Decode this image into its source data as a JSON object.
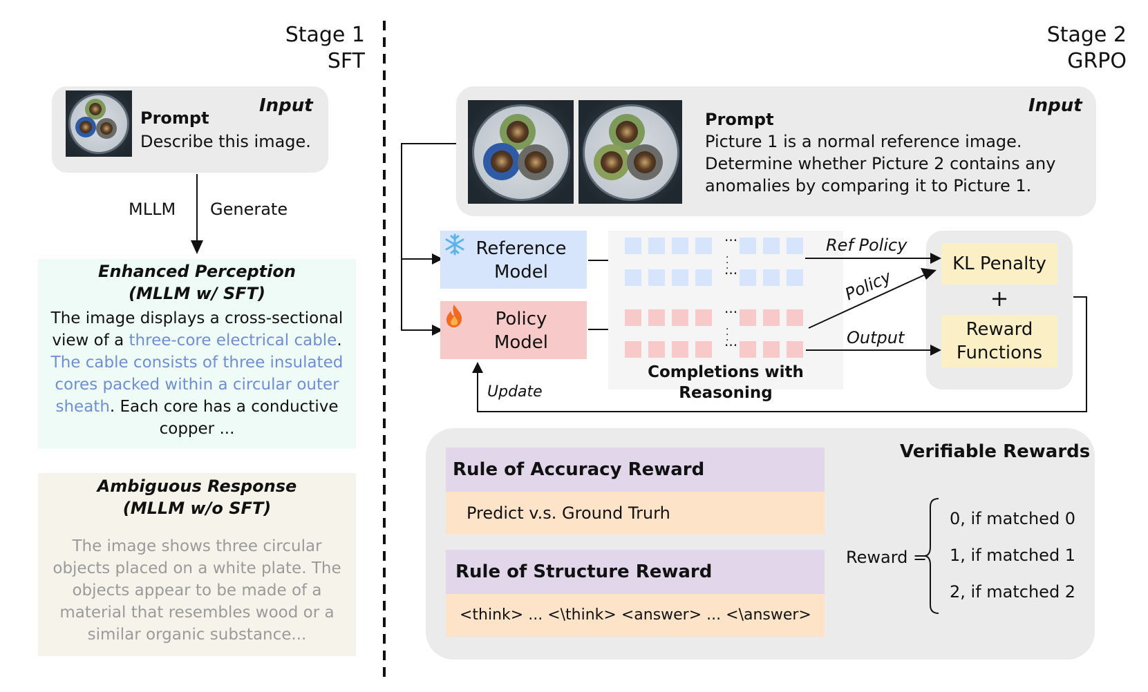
{
  "stage1": {
    "line1": "Stage 1",
    "line2": "SFT"
  },
  "stage2": {
    "line1": "Stage 2",
    "line2": "GRPO"
  },
  "left_input": {
    "tag": "Input",
    "prompt_label": "Prompt",
    "prompt_text": "Describe this image."
  },
  "arrow_labels": {
    "left": "MLLM",
    "right": "Generate"
  },
  "enhanced": {
    "title1": "Enhanced Perception",
    "title2": "(MLLM w/ SFT)",
    "seg1": "The image displays a cross-sectional view of a ",
    "seg2": "three-core electrical cable",
    "seg3": ". ",
    "seg4": "The cable consists of three insulated cores packed within a circular outer sheath",
    "seg5": ". Each core has a conductive copper ..."
  },
  "ambiguous": {
    "title1": "Ambiguous Response",
    "title2": "(MLLM w/o SFT)",
    "body": "The image shows three circular objects placed on a white plate. The objects appear to be made of a material that resembles wood or a similar organic substance..."
  },
  "right_input": {
    "tag": "Input",
    "prompt_label": "Prompt",
    "line1": "Picture 1 is a normal reference image.",
    "line2": "Determine whether Picture 2 contains any",
    "line3": "anomalies by comparing it to Picture 1."
  },
  "reference_model": {
    "line1": "Reference",
    "line2": "Model",
    "icon": "snowflake-icon"
  },
  "policy_model": {
    "line1": "Policy",
    "line2": "Model",
    "icon": "flame-icon"
  },
  "completions_label": "Completions with Reasoning",
  "edge_labels": {
    "ref_policy": "Ref Policy",
    "policy": "Policy",
    "output": "Output",
    "update": "Update"
  },
  "kl_penalty": "KL Penalty",
  "plus": "+",
  "reward_functions": {
    "line1": "Reward",
    "line2": "Functions"
  },
  "verifiable": {
    "title": "Verifiable Rewards",
    "accuracy_title": "Rule of Accuracy Reward",
    "accuracy_body": "Predict v.s. Ground Trurh",
    "structure_title": "Rule of Structure Reward",
    "structure_body": "<think> ... <\\think> <answer> ... <\\answer>",
    "reward_label": "Reward =",
    "cases": [
      "0, if matched 0",
      "1, if matched 1",
      "2, if matched 2"
    ]
  },
  "colors": {
    "reference_fill": "#d6e5fb",
    "policy_fill": "#f8c9c9",
    "reward_fill": "#fbefc6",
    "enhanced_fill": "#eefbf7",
    "ambiguous_fill": "#f6f4ea",
    "rule_header_fill": "#e2d6ea",
    "rule_body_fill": "#fde3c8",
    "highlight_text": "#6e8fd8"
  }
}
